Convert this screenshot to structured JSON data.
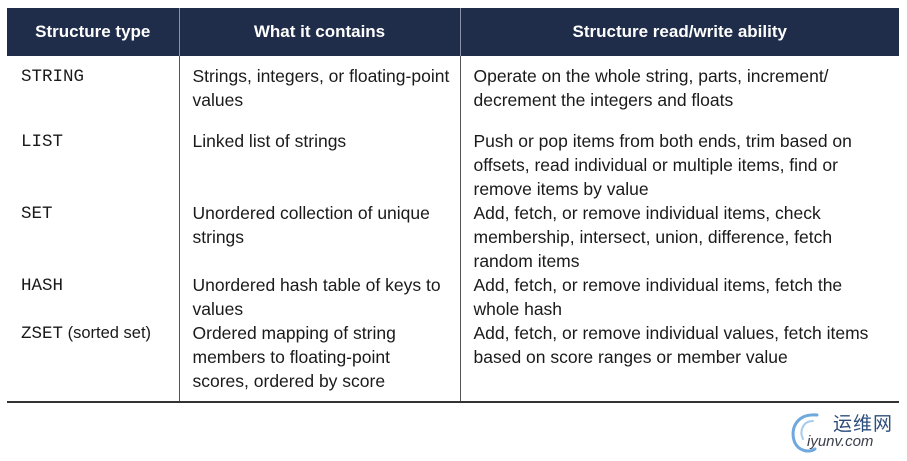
{
  "table": {
    "headers": [
      "Structure type",
      "What it contains",
      "Structure read/write ability"
    ],
    "rows": [
      {
        "type": "STRING",
        "type_suffix": "",
        "contains": "Strings, integers, or floating-point values",
        "ability": "Operate on the whole string, parts, increment/ decrement the integers and floats"
      },
      {
        "type": "LIST",
        "type_suffix": "",
        "contains": "Linked list of strings",
        "ability": "Push or pop items from both ends, trim based on offsets, read individual or multiple items, find or remove items by value"
      },
      {
        "type": "SET",
        "type_suffix": "",
        "contains": "Unordered collection of unique strings",
        "ability": "Add, fetch, or remove individual items, check membership, intersect, union, difference, fetch random items"
      },
      {
        "type": "HASH",
        "type_suffix": "",
        "contains": "Unordered hash table of keys to values",
        "ability": "Add, fetch, or remove individual items, fetch the whole hash"
      },
      {
        "type": "ZSET",
        "type_suffix": " (sorted set)",
        "contains": "Ordered mapping of string members to floating-point scores, ordered by score",
        "ability": "Add, fetch, or remove individual values, fetch items based on score ranges or member value"
      }
    ]
  },
  "watermark": {
    "cn": "运维网",
    "en": "iyunv.com"
  }
}
